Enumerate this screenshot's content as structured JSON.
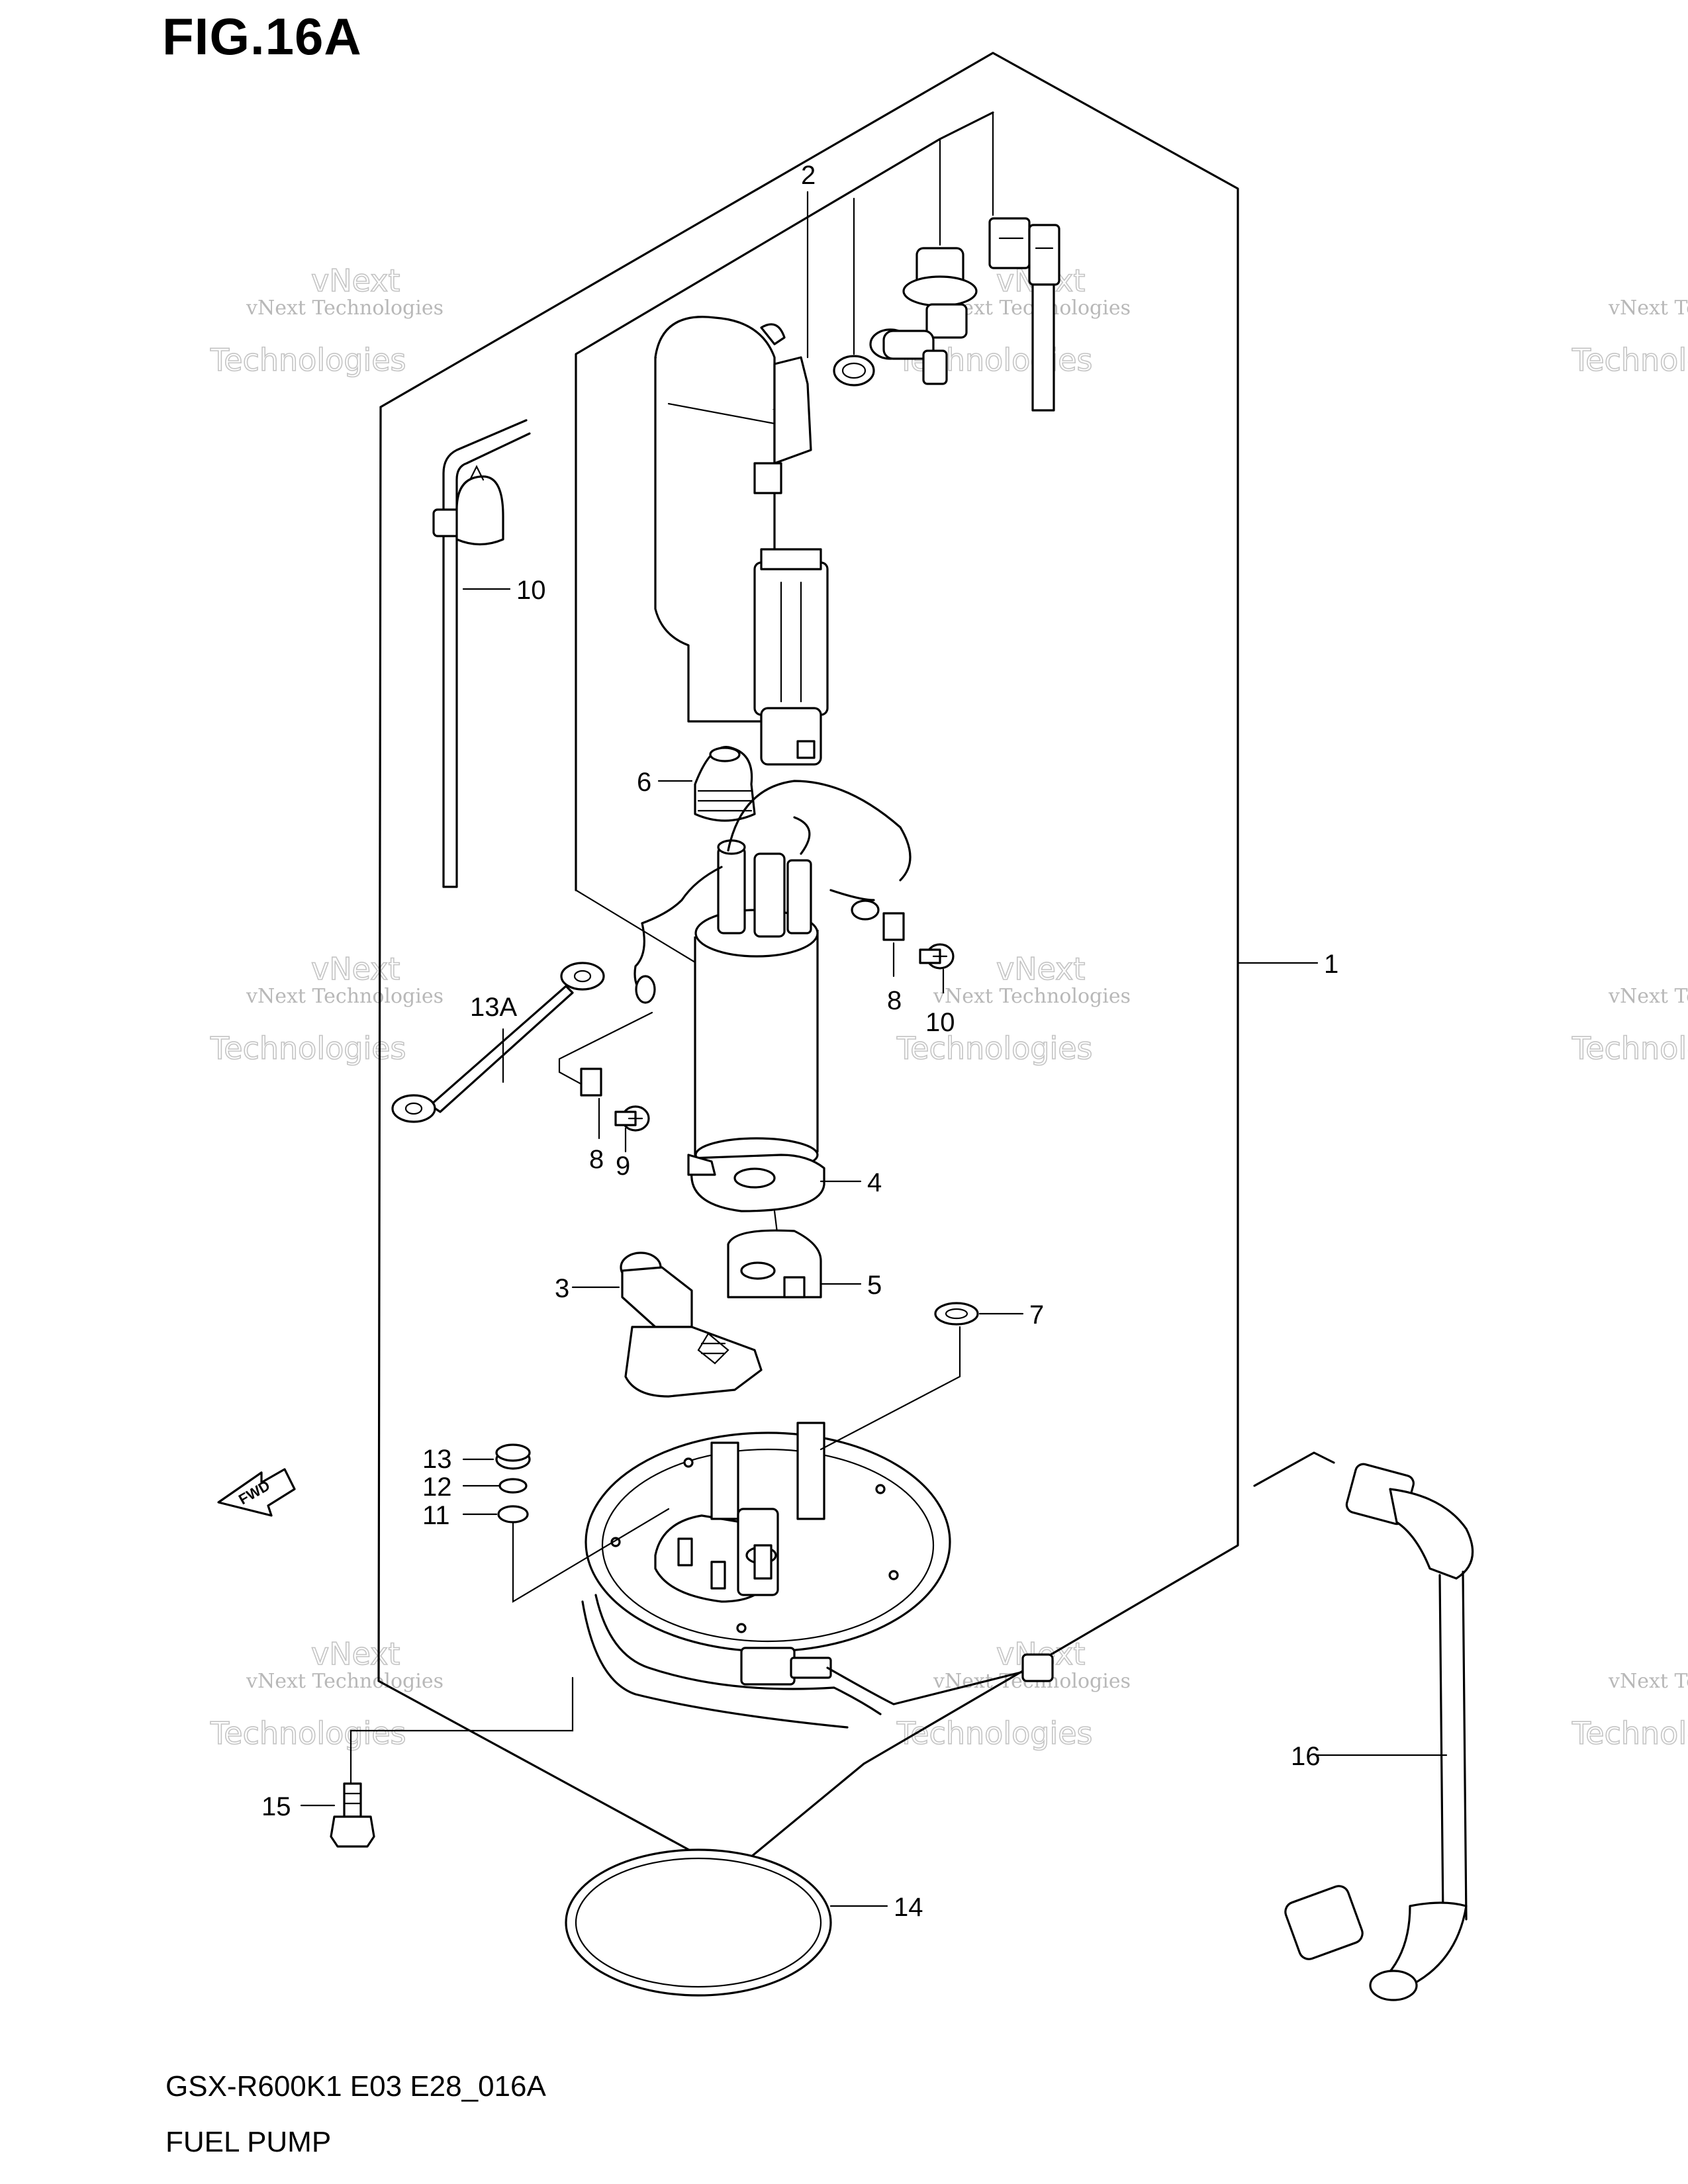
{
  "figure": {
    "title": "FIG.16A",
    "drawing_code": "GSX-R600K1 E03 E28_016A",
    "assembly_name": "FUEL PUMP"
  },
  "watermark": {
    "line1": "vNext Technologies",
    "line2": "Technologies",
    "line3": "vNext"
  },
  "callouts": [
    "1",
    "2",
    "3",
    "4",
    "5",
    "6",
    "7",
    "8",
    "8",
    "9",
    "10",
    "10",
    "11",
    "12",
    "13",
    "13A",
    "14",
    "15",
    "16"
  ],
  "icons": {
    "direction_arrow": "fwd-arrow-icon",
    "direction_text": "FWD"
  }
}
